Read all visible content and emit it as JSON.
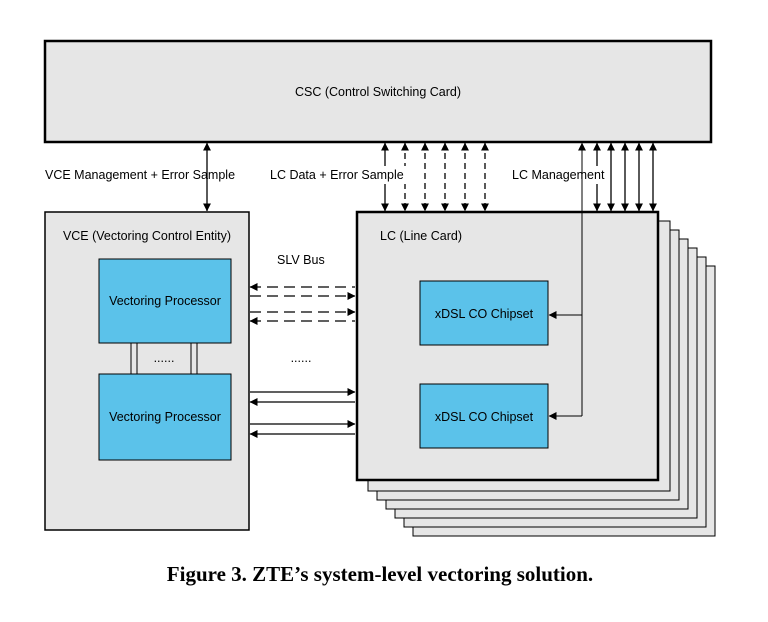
{
  "colors": {
    "box_fill": "#e6e6e6",
    "processor_fill": "#5bc2ea",
    "stroke": "#000000",
    "background": "#ffffff"
  },
  "csc": {
    "label": "CSC (Control Switching Card)"
  },
  "vce": {
    "label": "VCE (Vectoring Control Entity)",
    "processors": [
      {
        "label": "Vectoring Processor"
      },
      {
        "label": "Vectoring Processor"
      }
    ],
    "ellipsis": "......"
  },
  "lc": {
    "label": "LC (Line Card)",
    "chipsets": [
      {
        "label": "xDSL CO Chipset"
      },
      {
        "label": "xDSL CO Chipset"
      }
    ]
  },
  "links": {
    "vce_management": "VCE Management + Error Sample",
    "lc_data": "LC Data + Error Sample",
    "lc_management": "LC Management",
    "slv_bus": "SLV Bus",
    "bus_ellipsis": "......"
  },
  "caption": "Figure 3. ZTE’s system-level vectoring solution."
}
